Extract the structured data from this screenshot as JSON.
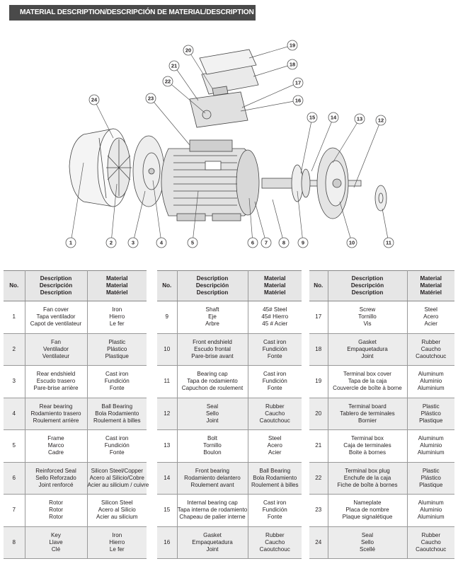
{
  "header": {
    "title": "MATERIAL DESCRIPTION/DESCRIPCIÓN DE MATERIAL/DESCRIPTION DU MATÉRIEL"
  },
  "table_header": {
    "no": "No.",
    "description": [
      "Description",
      "Descripción",
      "Description"
    ],
    "material": [
      "Material",
      "Material",
      "Matériel"
    ]
  },
  "callouts": [
    "1",
    "2",
    "3",
    "4",
    "5",
    "6",
    "7",
    "8",
    "9",
    "10",
    "11",
    "12",
    "13",
    "14",
    "15",
    "16",
    "17",
    "18",
    "19",
    "20",
    "21",
    "22",
    "23",
    "24"
  ],
  "tables": [
    [
      {
        "no": "1",
        "desc": [
          "Fan cover",
          "Tapa ventilador",
          "Capot de ventilateur"
        ],
        "mat": [
          "Iron",
          "Hierro",
          "Le fer"
        ]
      },
      {
        "no": "2",
        "desc": [
          "Fan",
          "Ventilador",
          "Ventilateur"
        ],
        "mat": [
          "Plastic",
          "Plástico",
          "Plastique"
        ]
      },
      {
        "no": "3",
        "desc": [
          "Rear endshield",
          "Escudo trasero",
          "Pare-brise arrière"
        ],
        "mat": [
          "Cast iron",
          "Fundición",
          "Fonte"
        ]
      },
      {
        "no": "4",
        "desc": [
          "Rear bearing",
          "Rodamiento trasero",
          "Roulement arrière"
        ],
        "mat": [
          "Ball Bearing",
          "Bola Rodamiento",
          "Roulement à billes"
        ]
      },
      {
        "no": "5",
        "desc": [
          "Frame",
          "Marco",
          "Cadre"
        ],
        "mat": [
          "Cast iron",
          "Fundición",
          "Fonte"
        ]
      },
      {
        "no": "6",
        "desc": [
          "Reinforced Seal",
          "Sello Reforzado",
          "Joint renforcé"
        ],
        "mat": [
          "Silicon Steel/Copper",
          "Acero al Silicio/Cobre",
          "Acier au silicium / cuivre"
        ]
      },
      {
        "no": "7",
        "desc": [
          "Rotor",
          "Rotor",
          "Rotor"
        ],
        "mat": [
          "Silicon Steel",
          "Acero al Silicio",
          "Acier au silicium"
        ]
      },
      {
        "no": "8",
        "desc": [
          "Key",
          "Llave",
          "Clé"
        ],
        "mat": [
          "Iron",
          "Hierro",
          "Le fer"
        ]
      }
    ],
    [
      {
        "no": "9",
        "desc": [
          "Shaft",
          "Eje",
          "Arbre"
        ],
        "mat": [
          "45# Steel",
          "45# Hierro",
          "45 # Acier"
        ]
      },
      {
        "no": "10",
        "desc": [
          "Front endshield",
          "Escudo frontal",
          "Pare-brise avant"
        ],
        "mat": [
          "Cast iron",
          "Fundición",
          "Fonte"
        ]
      },
      {
        "no": "11",
        "desc": [
          "Bearing cap",
          "Tapa de rodamiento",
          "Capuchon de roulement"
        ],
        "mat": [
          "Cast iron",
          "Fundición",
          "Fonte"
        ]
      },
      {
        "no": "12",
        "desc": [
          "Seal",
          "Sello",
          "Joint"
        ],
        "mat": [
          "Rubber",
          "Caucho",
          "Caoutchouc"
        ]
      },
      {
        "no": "13",
        "desc": [
          "Bolt",
          "Tornillo",
          "Boulon"
        ],
        "mat": [
          "Steel",
          "Acero",
          "Acier"
        ]
      },
      {
        "no": "14",
        "desc": [
          "Front bearing",
          "Rodamiento delantero",
          "Roulement avant"
        ],
        "mat": [
          "Ball Bearing",
          "Bola Rodamiento",
          "Roulement à billes"
        ]
      },
      {
        "no": "15",
        "desc": [
          "Internal bearing cap",
          "Tapa interna de rodamiento",
          "Chapeau de palier interne"
        ],
        "mat": [
          "Cast iron",
          "Fundición",
          "Fonte"
        ]
      },
      {
        "no": "16",
        "desc": [
          "Gasket",
          "Empaquetadura",
          "Joint"
        ],
        "mat": [
          "Rubber",
          "Caucho",
          "Caoutchouc"
        ]
      }
    ],
    [
      {
        "no": "17",
        "desc": [
          "Screw",
          "Tornillo",
          "Vis"
        ],
        "mat": [
          "Steel",
          "Acero",
          "Acier"
        ]
      },
      {
        "no": "18",
        "desc": [
          "Gasket",
          "Empaquetadura",
          "Joint"
        ],
        "mat": [
          "Rubber",
          "Caucho",
          "Caoutchouc"
        ]
      },
      {
        "no": "19",
        "desc": [
          "Terminal box cover",
          "Tapa de la caja",
          "Couvercle de boîte à borne"
        ],
        "mat": [
          "Aluminum",
          "Aluminio",
          "Aluminium"
        ]
      },
      {
        "no": "20",
        "desc": [
          "Terminal board",
          "Tablero de terminales",
          "Bornier"
        ],
        "mat": [
          "Plastic",
          "Plástico",
          "Plastique"
        ]
      },
      {
        "no": "21",
        "desc": [
          "Terminal box",
          "Caja de terminales",
          "Boite à bornes"
        ],
        "mat": [
          "Aluminum",
          "Aluminio",
          "Aluminium"
        ]
      },
      {
        "no": "22",
        "desc": [
          "Terminal box plug",
          "Enchufe de la caja",
          "Fiche de boîte à bornes"
        ],
        "mat": [
          "Plastic",
          "Plástico",
          "Plastique"
        ]
      },
      {
        "no": "23",
        "desc": [
          "Nameplate",
          "Placa de nombre",
          "Plaque signalétique"
        ],
        "mat": [
          "Aluminum",
          "Aluminio",
          "Aluminium"
        ]
      },
      {
        "no": "24",
        "desc": [
          "Seal",
          "Sello",
          "Scellé"
        ],
        "mat": [
          "Rubber",
          "Caucho",
          "Caoutchouc"
        ]
      }
    ]
  ]
}
